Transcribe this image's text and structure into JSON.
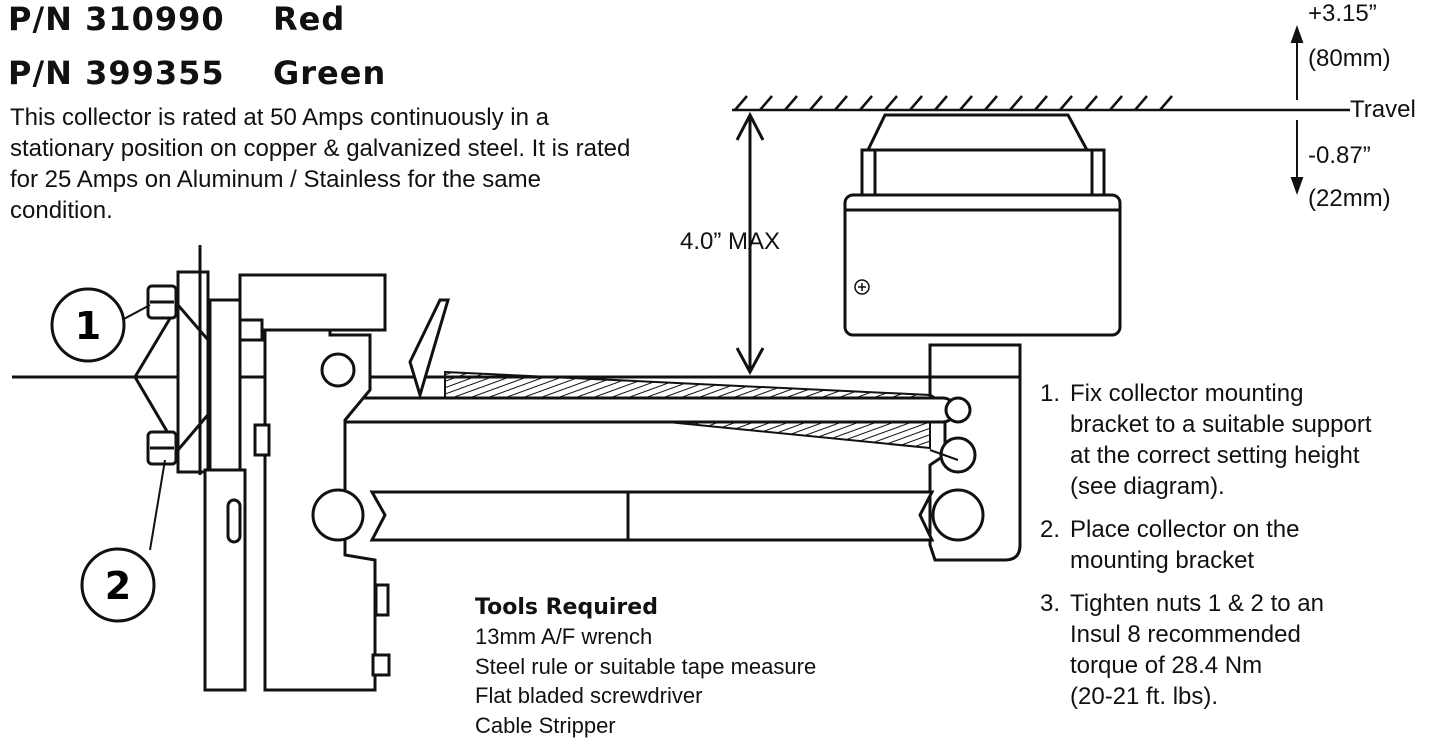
{
  "part_numbers": [
    {
      "number": "P/N 310990",
      "color": "Red"
    },
    {
      "number": "P/N 399355",
      "color": "Green"
    }
  ],
  "intro_text": "This collector is rated at 50 Amps continuously in a stationary position on copper & galvanized steel.  It is rated for 25 Amps on Aluminum / Stainless for the same condition.",
  "callouts": [
    "1",
    "2"
  ],
  "height_label": "4.0” MAX",
  "travel": {
    "up_value": "+3.15”",
    "up_metric": "(80mm)",
    "label": "Travel",
    "down_value": "-0.87”",
    "down_metric": "(22mm)"
  },
  "tools": {
    "heading": "Tools Required",
    "items": [
      "13mm A/F wrench",
      "Steel rule or suitable tape measure",
      "Flat bladed screwdriver",
      "Cable Stripper"
    ]
  },
  "steps": [
    {
      "num": "1.",
      "text": "Fix collector mounting\nbracket to a suitable support\nat the correct setting height\n(see diagram)."
    },
    {
      "num": "2.",
      "text": "Place collector on the\nmounting bracket"
    },
    {
      "num": "3.",
      "text": "Tighten nuts 1 & 2 to an\nInsul 8 recommended\ntorque of 28.4 Nm\n(20-21 ft. lbs)."
    }
  ]
}
